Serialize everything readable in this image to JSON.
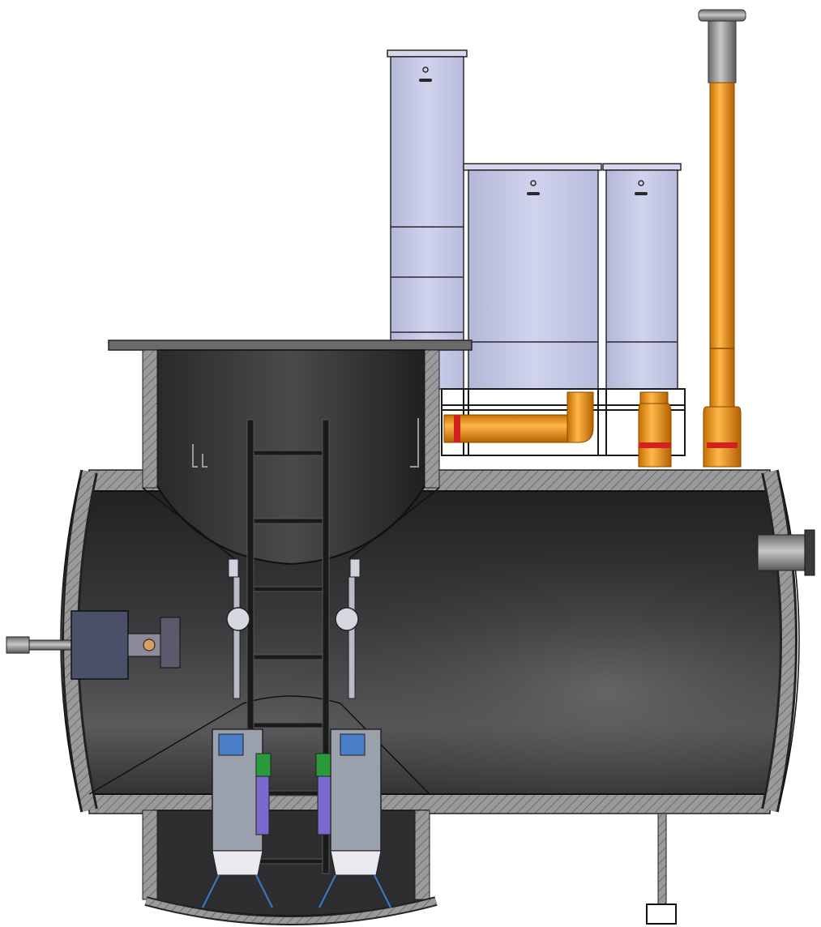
{
  "drawing": {
    "subject": "",
    "components": [
      "storage-tank",
      "access-shaft",
      "sump-chamber",
      "ladder",
      "pump-left",
      "pump-right",
      "control-cabinet-tall",
      "control-cabinet-wide",
      "control-cabinet-narrow",
      "vent-pipe",
      "inlet-pipe",
      "outlet-nozzle",
      "end-flange-assembly",
      "support-leg"
    ]
  },
  "colors": {
    "background": "#ffffff",
    "tank_body": "#3a3a3c",
    "tank_dark": "#222224",
    "wall_hatch": "#8a8a8a",
    "cabinet": "#c8cbe6",
    "cabinet_edge": "#2a2a2a",
    "pipe": "#f39a1a",
    "pipe_dark": "#c56e00",
    "red_band": "#d42020",
    "grey_metal": "#8c8c8c",
    "pump_blue": "#4a7fc8",
    "pump_green": "#2a9a3a",
    "pump_purple": "#7a6ad0"
  }
}
